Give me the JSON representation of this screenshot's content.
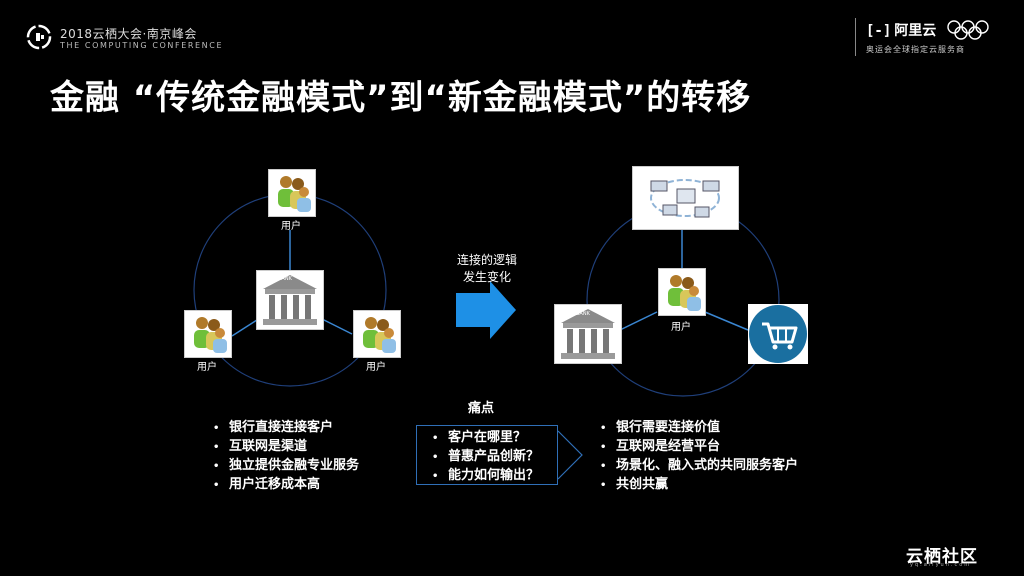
{
  "header": {
    "conference_line1": "2018云栖大会·南京峰会",
    "conference_line2": "THE COMPUTING CONFERENCE",
    "brand": "阿里云",
    "brand_bracket": "[-]",
    "brand_sub": "奥运会全球指定云服务商",
    "rings_icon": "olympic-rings-icon"
  },
  "title": "金融 “传统金融模式”到“新金融模式”的转移",
  "diagram": {
    "left_labels": [
      "用户",
      "用户",
      "用户"
    ],
    "bank_text": "BANK",
    "arrow_text_line1": "连接的逻辑",
    "arrow_text_line2": "发生变化",
    "arrow_color": "#1e90e6",
    "right_label": "用户",
    "line_color": "#1f3f7a",
    "connector_color": "#3a86d1",
    "cart_color": "#1a6fa0"
  },
  "lists": {
    "left": [
      "银行直接连接客户",
      "互联网是渠道",
      "独立提供金融专业服务",
      "用户迁移成本高"
    ],
    "pain_title": "痛点",
    "pain": [
      "客户在哪里？",
      "普惠产品创新？",
      "能力如何输出？"
    ],
    "right": [
      "银行需要连接价值",
      "互联网是经营平台",
      "场景化、融入式的共同服务客户",
      "共创共赢"
    ]
  },
  "footer": {
    "brand": "云栖社区",
    "sub": "yq.aliyun.com"
  }
}
